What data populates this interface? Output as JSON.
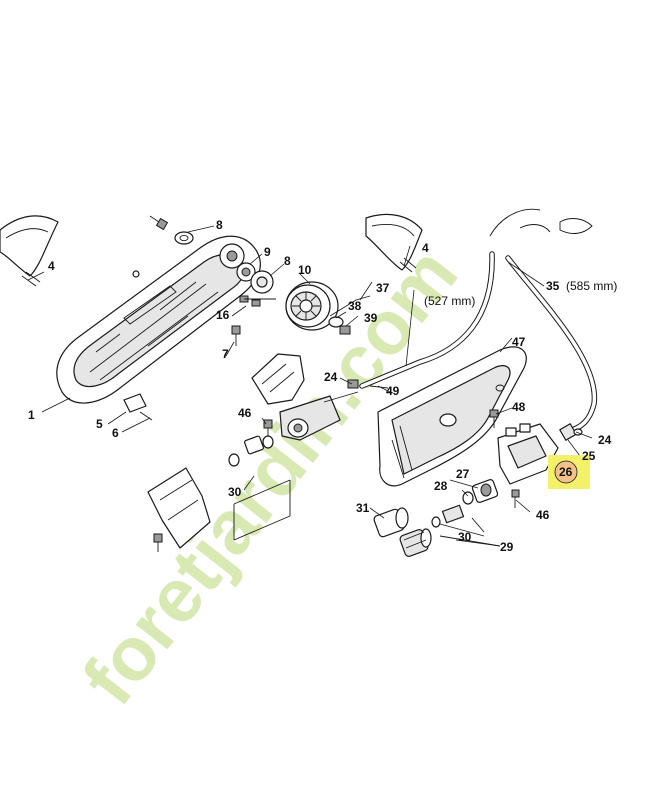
{
  "diagram": {
    "labels": [
      {
        "id": "l1",
        "text": "1"
      },
      {
        "id": "l4a",
        "text": "4"
      },
      {
        "id": "l4b",
        "text": "4"
      },
      {
        "id": "l5",
        "text": "5"
      },
      {
        "id": "l6",
        "text": "6"
      },
      {
        "id": "l7",
        "text": "7"
      },
      {
        "id": "l8a",
        "text": "8"
      },
      {
        "id": "l8b",
        "text": "8"
      },
      {
        "id": "l9",
        "text": "9"
      },
      {
        "id": "l10",
        "text": "10"
      },
      {
        "id": "l16",
        "text": "16"
      },
      {
        "id": "l24a",
        "text": "24"
      },
      {
        "id": "l24b",
        "text": "24"
      },
      {
        "id": "l25",
        "text": "25"
      },
      {
        "id": "l26",
        "text": "26"
      },
      {
        "id": "l27",
        "text": "27"
      },
      {
        "id": "l28",
        "text": "28"
      },
      {
        "id": "l29",
        "text": "29"
      },
      {
        "id": "l30a",
        "text": "30"
      },
      {
        "id": "l30b",
        "text": "30"
      },
      {
        "id": "l31",
        "text": "31"
      },
      {
        "id": "l35",
        "text": "35"
      },
      {
        "id": "l37",
        "text": "37"
      },
      {
        "id": "l38",
        "text": "38"
      },
      {
        "id": "l39",
        "text": "39"
      },
      {
        "id": "l46a",
        "text": "46"
      },
      {
        "id": "l46b",
        "text": "46"
      },
      {
        "id": "l47",
        "text": "47"
      },
      {
        "id": "l48",
        "text": "48"
      },
      {
        "id": "l49",
        "text": "49"
      }
    ],
    "hose_lengths": {
      "left": "(527 mm)",
      "right": "(585 mm)"
    },
    "highlight": {
      "part": "26",
      "box_color": "#f3f06a",
      "circle_color": "#f2c28a"
    }
  },
  "watermark": {
    "text": "foretjardin.com",
    "color": "#b9d877"
  }
}
